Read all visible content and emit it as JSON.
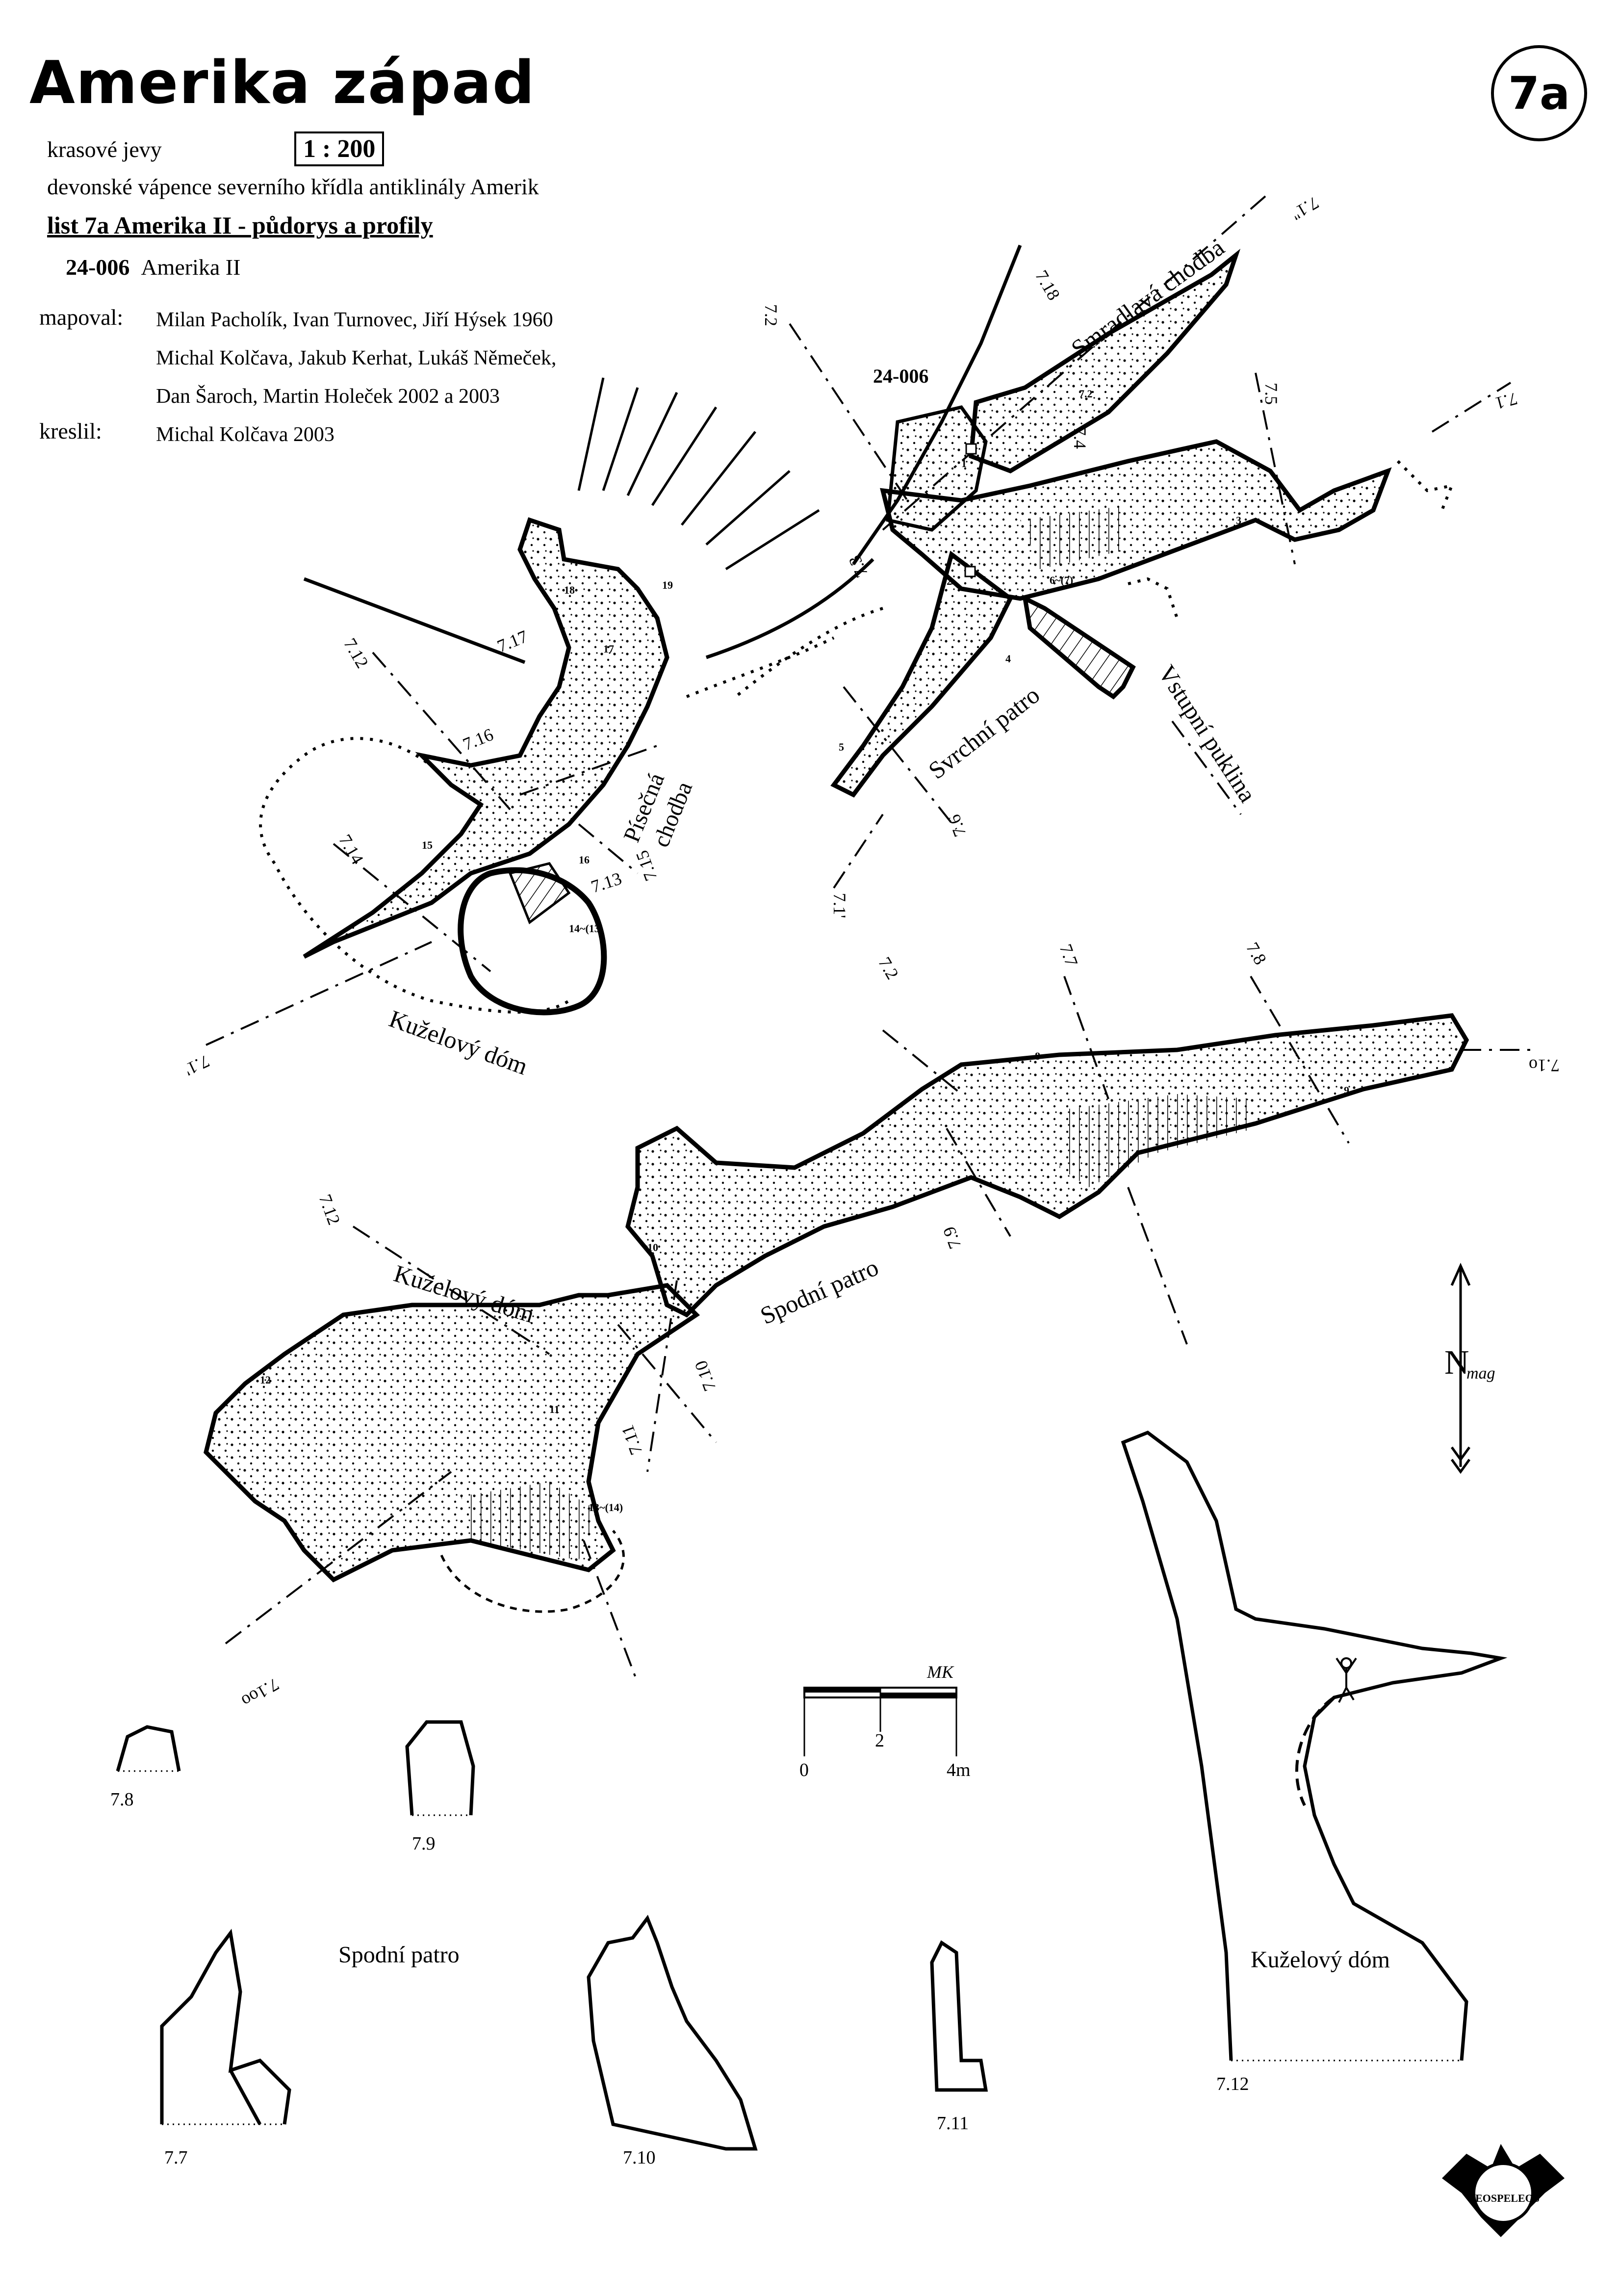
{
  "header": {
    "title": "Amerika západ",
    "sheet_number": "7a",
    "line1": "krasové jevy",
    "scale": "1 : 200",
    "line2": "devonské vápence severního křídla antiklinály Amerik",
    "sheet_title": "list 7a  Amerika II - půdorys a profily",
    "cave_id": "24-006",
    "cave_name": "Amerika II",
    "mapped_label": "mapoval:",
    "mapped_1": "Milan Pacholík, Ivan Turnovec, Jiří Hýsek 1960",
    "mapped_2": "Michal Kolčava, Jakub Kerhat, Lukáš Němeček,",
    "mapped_3": "Dan Šaroch, Martin Holeček 2002 a 2003",
    "drawn_label": "kreslil:",
    "drawn_by": "Michal Kolčava 2003"
  },
  "map_labels": {
    "smradlava": "Smradlavá chodba",
    "svrchni": "Svrchní patro",
    "vstupni": "Vstupní puklina",
    "pisecna_1": "Písečná",
    "pisecna_2": "chodba",
    "kuzelovy_top": "Kuželový dóm",
    "kuzelovy_mid": "Kuželový dóm",
    "spodni": "Spodní patro",
    "entrance": "24-006",
    "north": "N",
    "north_sub": "mag"
  },
  "sections": {
    "s7_1_a": "7.1",
    "s7_1_b": "7.1'",
    "s7_1_c": "7.1''",
    "s7_1_d": "7.1'",
    "s7_1_e": "7.1o",
    "s7_1_f": "7.1oo",
    "s7_2": "7.2",
    "s7_2b": "7.2",
    "s7_3": "7.3",
    "s7_4": "7.4",
    "s7_5": "7.5",
    "s7_6": "7.6",
    "s7_7": "7.7",
    "s7_8": "7.8",
    "s7_9": "7.9",
    "s7_10": "7.10",
    "s7_11": "7.11",
    "s7_12": "7.12",
    "s7_12b": "7.12",
    "s7_13": "7.13",
    "s7_14": "7.14",
    "s7_15": "7.15",
    "s7_16": "7.16",
    "s7_17": "7.17",
    "s7_18": "7.18"
  },
  "points": [
    "1",
    "2",
    "3",
    "4",
    "5",
    "6~(7)",
    "7.2",
    "8",
    "9",
    "10",
    "11",
    "12",
    "13~(14)",
    "14~(13)",
    "15",
    "16",
    "17",
    "18",
    "19"
  ],
  "scale_bar": {
    "t0": "0",
    "t2": "2",
    "t4": "4m",
    "initials": "MK"
  },
  "profiles": {
    "p7_8": "7.8",
    "p7_9": "7.9",
    "p7_7": "7.7",
    "p7_10": "7.10",
    "p7_11": "7.11",
    "p7_12": "7.12",
    "spodni": "Spodní patro",
    "kuzelovy": "Kuželový dóm"
  },
  "logo": {
    "text": "GEOSPELEOS"
  }
}
